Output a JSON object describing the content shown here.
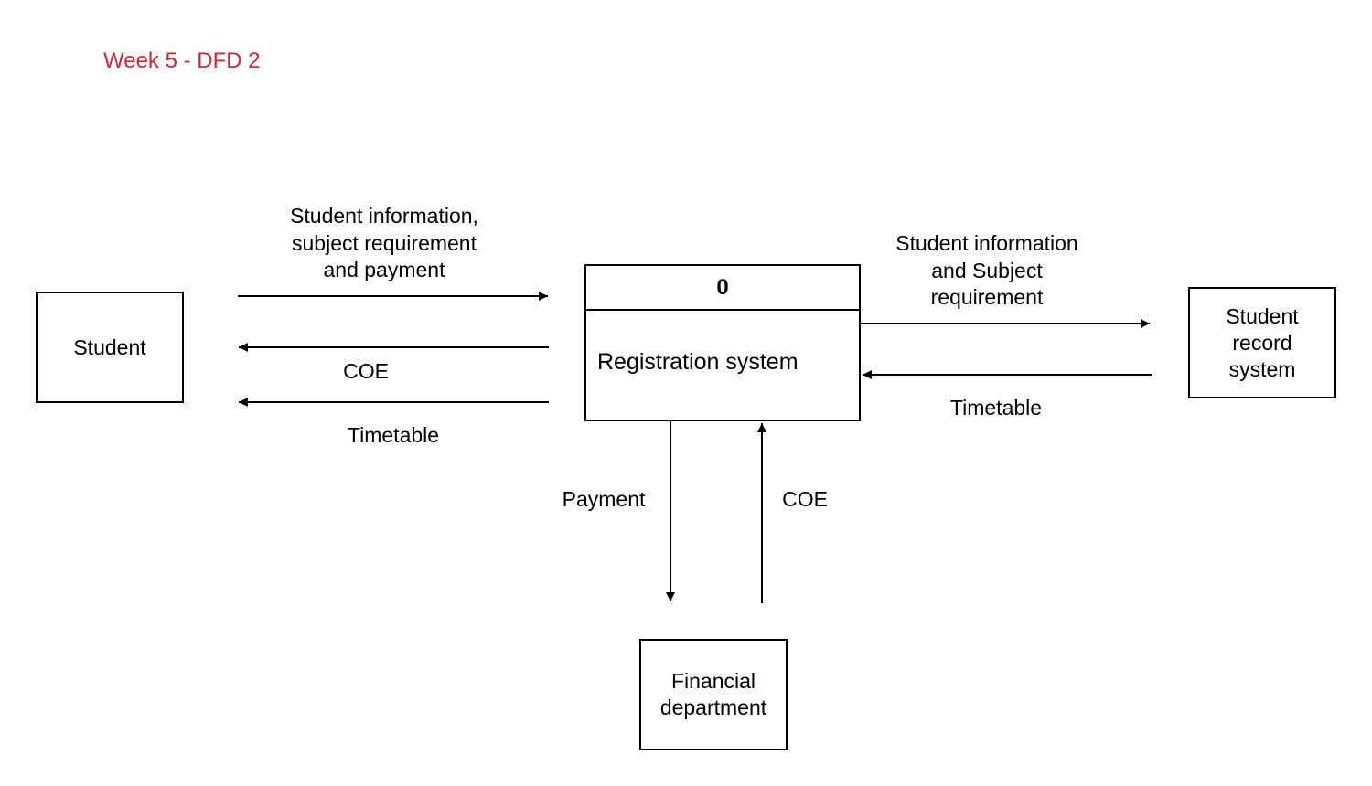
{
  "title": "Week 5 - DFD 2",
  "process": {
    "id": "0",
    "name": "Registration system"
  },
  "entities": {
    "student": "Student",
    "student_record_system": [
      "Student",
      "record",
      "system"
    ],
    "financial_department": [
      "Financial",
      "department"
    ]
  },
  "flows": {
    "student_to_system": [
      "Student information,",
      "subject requirement",
      "and payment"
    ],
    "system_to_student_coe": "COE",
    "system_to_student_timetable": "Timetable",
    "system_to_record": [
      "Student information",
      "and Subject",
      "requirement"
    ],
    "record_to_system_timetable": "Timetable",
    "system_to_finance_payment": "Payment",
    "finance_to_system_coe": "COE"
  },
  "colors": {
    "title": "#c7293e",
    "stroke": "#000000"
  }
}
